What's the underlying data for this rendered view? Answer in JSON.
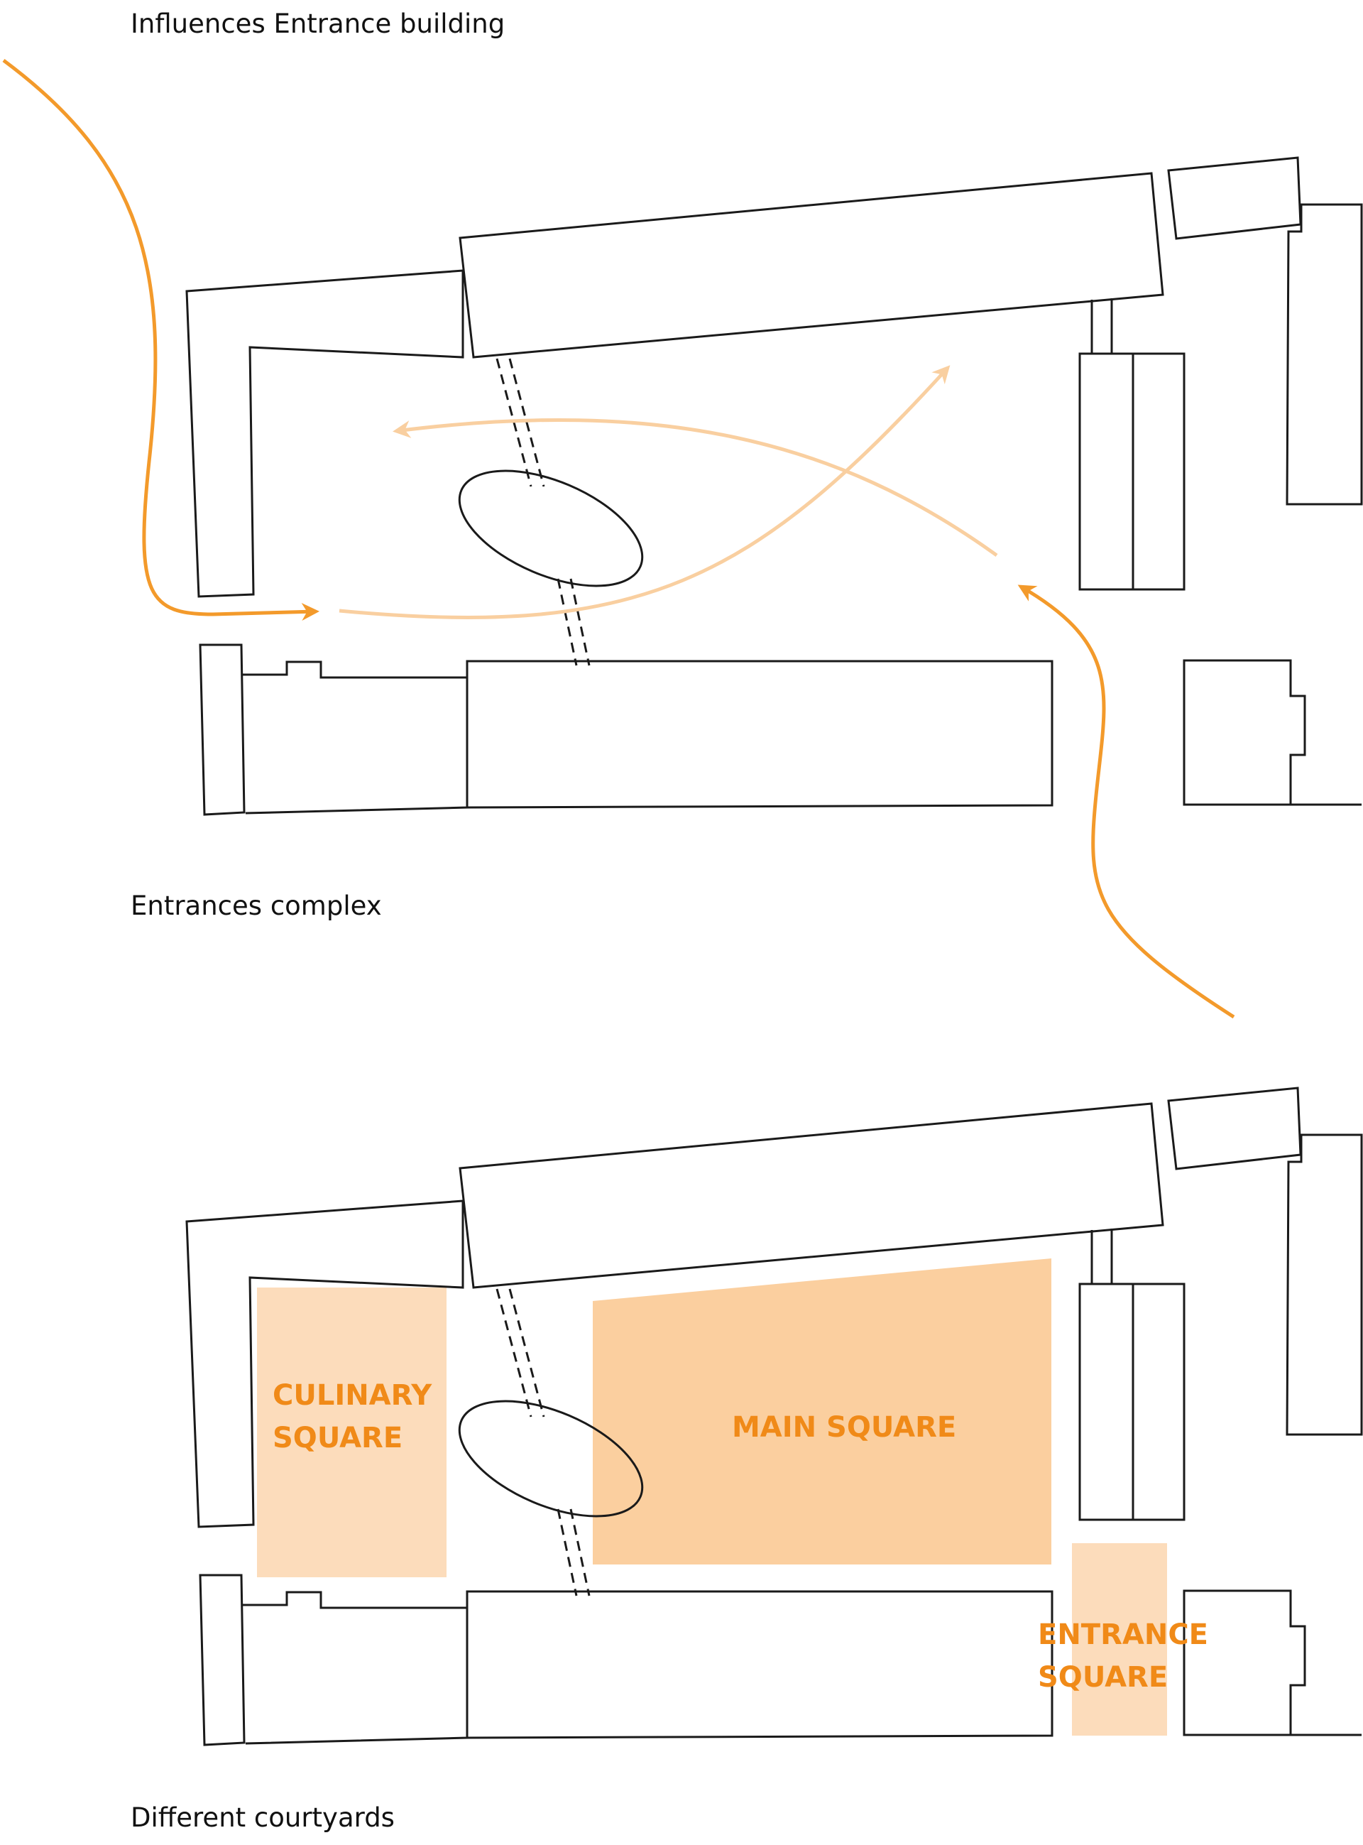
{
  "captions": {
    "influences": "Influences Entrance building",
    "entrances": "Entrances complex",
    "courtyards": "Different courtyards"
  },
  "squares": {
    "culinary_line1": "CULINARY",
    "culinary_line2": "SQUARE",
    "main": "MAIN SQUARE",
    "entrance_line1": "ENTRANCE",
    "entrance_line2": "SQUARE"
  },
  "colors": {
    "arrow_strong": "#f39a2b",
    "arrow_light": "#f9cfa0",
    "square_main": "#fbcf9f",
    "square_light": "#fcdcbb",
    "label": "#f08a18",
    "outline": "#1a1a1a"
  }
}
